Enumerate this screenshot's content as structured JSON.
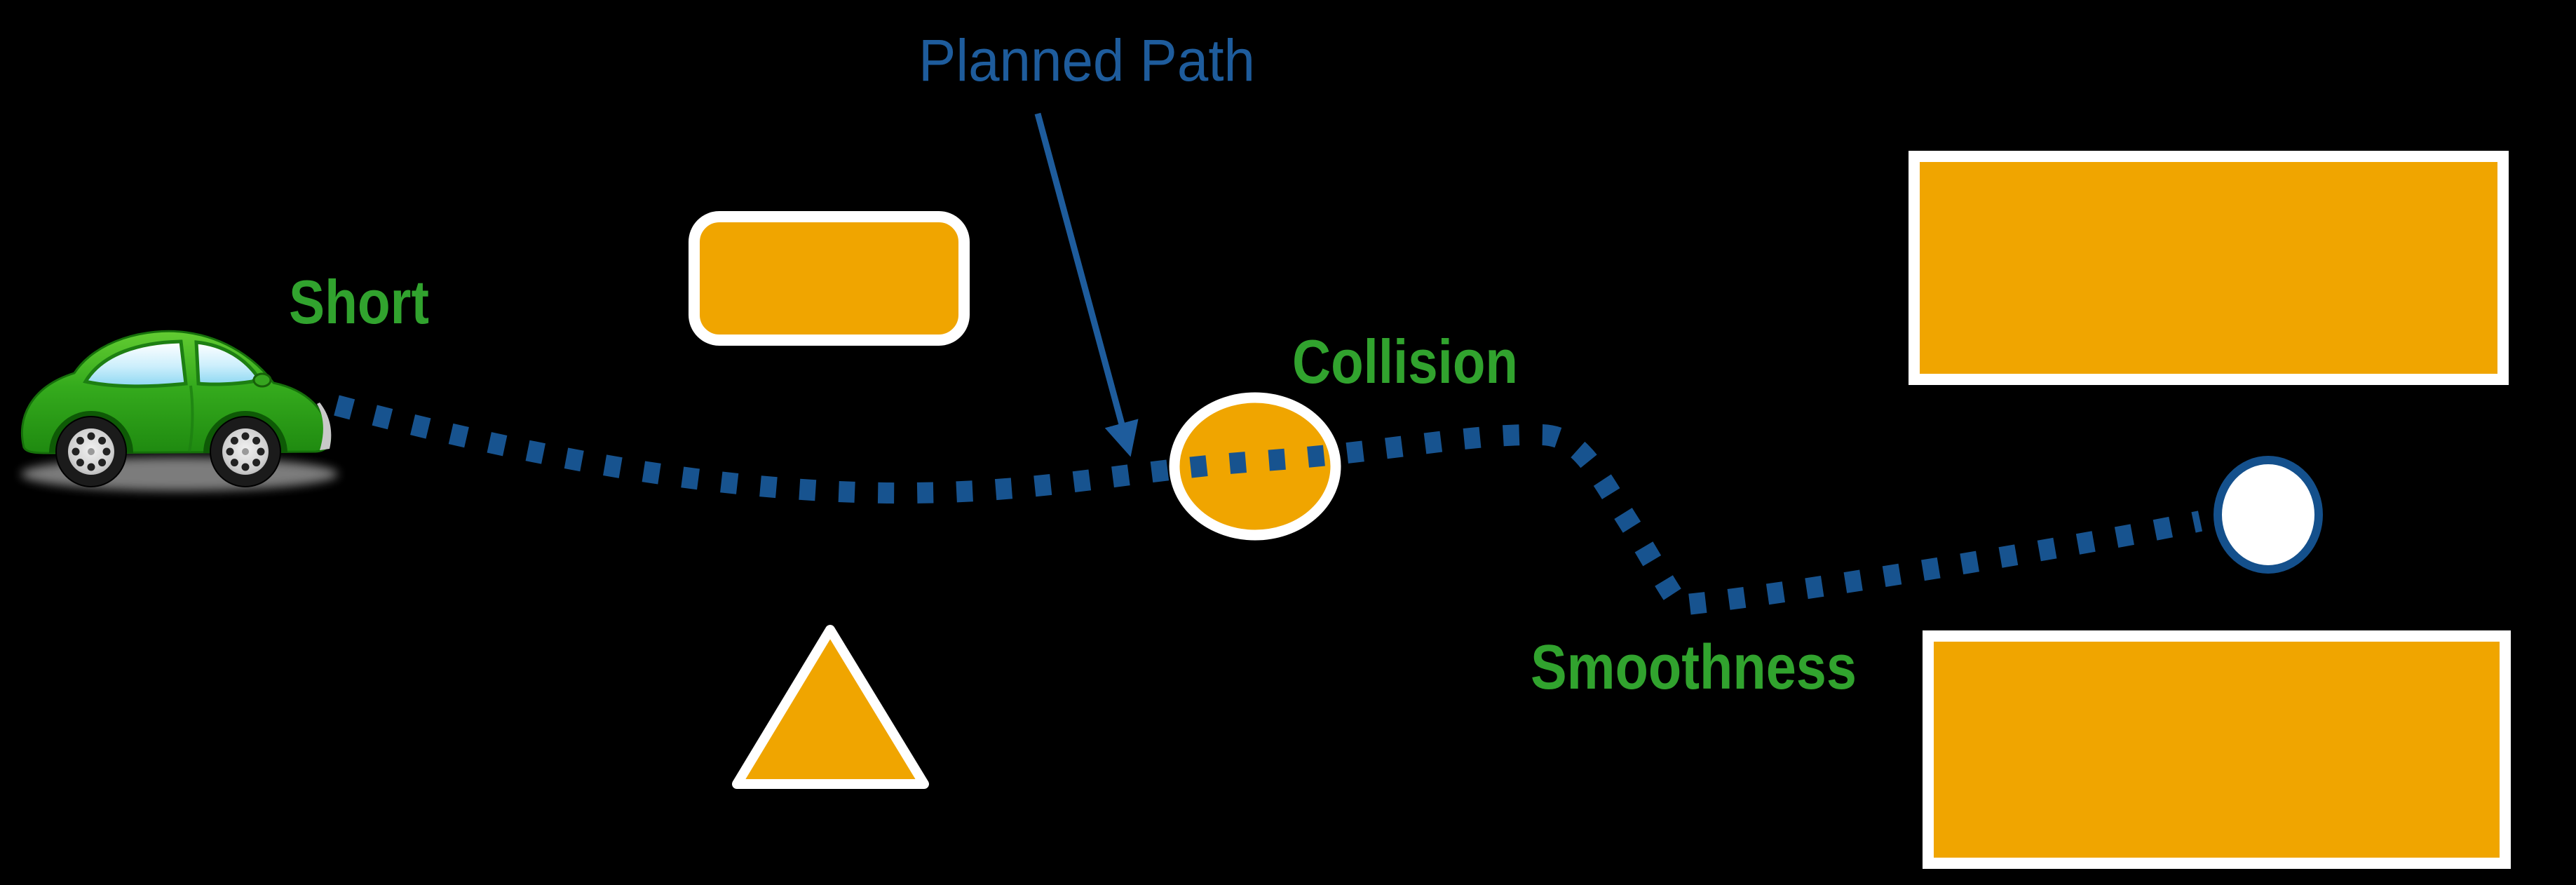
{
  "labels": {
    "short": "Short",
    "planned_path": "Planned Path",
    "collision": "Collision",
    "smoothness": "Smoothness"
  },
  "colors": {
    "background": "#000000",
    "obstacle_fill": "#F0A500",
    "obstacle_outline": "#FFFFFF",
    "path_blue": "#17538F",
    "annotation_blue": "#1E5C9C",
    "label_green": "#31A32E",
    "goal_ring_blue": "#14508C",
    "goal_fill": "#FFFFFF",
    "car_green": "#2FA31E"
  },
  "icons": {
    "car": "green-car-icon"
  },
  "scene": {
    "path_style": "dotted",
    "path_start": "car",
    "path_end": "goal-circle",
    "obstacle_shapes": [
      "rounded-rectangle",
      "triangle",
      "ellipse",
      "rectangle",
      "rectangle"
    ]
  }
}
